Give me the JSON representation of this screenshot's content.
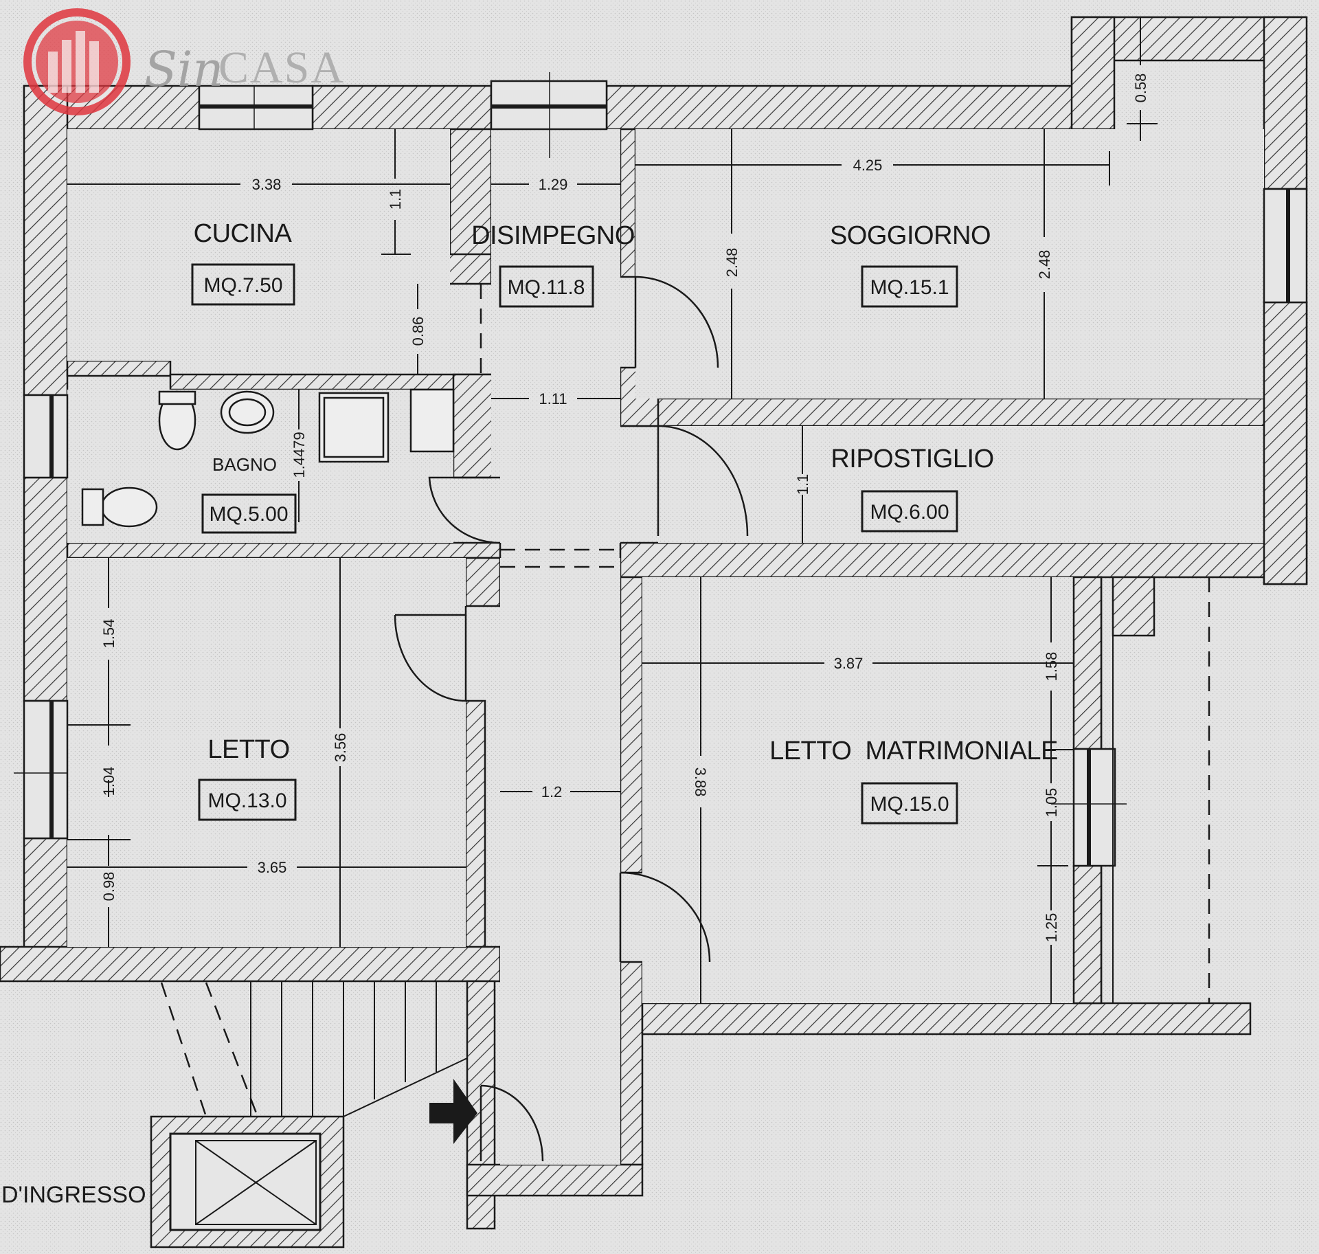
{
  "brand": {
    "name_script": "Sin",
    "name_caps": "CASA",
    "logo_color": "#e0373f"
  },
  "rooms": {
    "cucina": {
      "name": "CUCINA",
      "area": "MQ.7.50"
    },
    "disimpegno": {
      "name": "DISIMPEGNO",
      "area": "MQ.11.8"
    },
    "soggiorno": {
      "name": "SOGGIORNO",
      "area": "MQ.15.1"
    },
    "bagno": {
      "name": "BAGNO",
      "area": "MQ.5.00"
    },
    "ripostiglio": {
      "name": "RIPOSTIGLIO",
      "area": "MQ.6.00"
    },
    "letto": {
      "name": "LETTO",
      "area": "MQ.13.0"
    },
    "letto_matrimoniale": {
      "name": "LETTO  MATRIMONIALE",
      "area": "MQ.15.0"
    }
  },
  "dimensions": {
    "cucina_width": "3.38",
    "cucina_height_a": "1.1",
    "cucina_height_b": "0.86",
    "disimpegno_width": "1.29",
    "disimpegno_mid": "1.11",
    "soggiorno_width": "4.25",
    "soggiorno_left": "2.48",
    "soggiorno_right": "2.48",
    "soggiorno_corner": "0.58",
    "bagno_height": "1.4479",
    "ripostiglio_height": "1.1",
    "letto_a": "1.54",
    "letto_b": "1.04",
    "letto_c": "0.98",
    "letto_height": "3.56",
    "letto_width": "3.65",
    "corridor_width": "1.2",
    "matrimoniale_width": "3.87",
    "matrimoniale_height": "3.88",
    "matrimoniale_a": "1.58",
    "matrimoniale_b": "1.05",
    "matrimoniale_c": "1.25"
  },
  "labels": {
    "ingresso": "D'INGRESSO"
  },
  "colors": {
    "paper": "#e6e6e6",
    "ink": "#1a1a1a",
    "wall_hatch": "#333333"
  }
}
